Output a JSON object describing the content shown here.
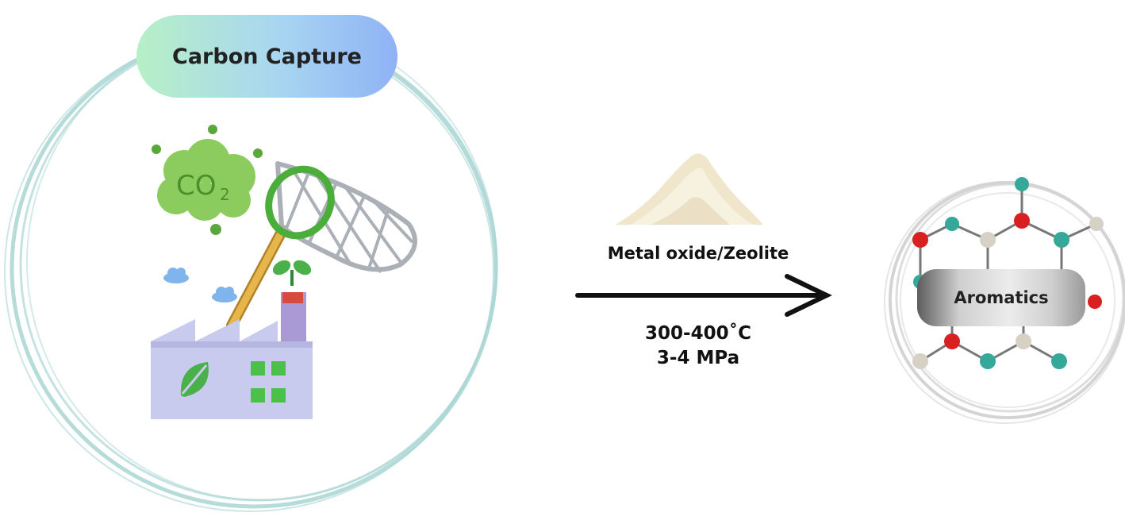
{
  "capture": {
    "title": "Carbon Capture",
    "co2_label": "CO",
    "co2_subscript": "2"
  },
  "catalyst": {
    "label": "Metal oxide/Zeolite"
  },
  "conditions": {
    "temperature": "300-400˚C",
    "pressure": "3-4 MPa"
  },
  "product": {
    "label": "Aromatics"
  },
  "colors": {
    "ring": "#a9d6d4",
    "pill_start": "#b6f0c6",
    "pill_end": "#8fb2f5",
    "net": "#4cae3a",
    "factory": "#c9cbee",
    "window": "#4bc04b",
    "atom_red": "#d82020",
    "atom_teal": "#35a89a",
    "atom_grey": "#d7d0c5"
  }
}
